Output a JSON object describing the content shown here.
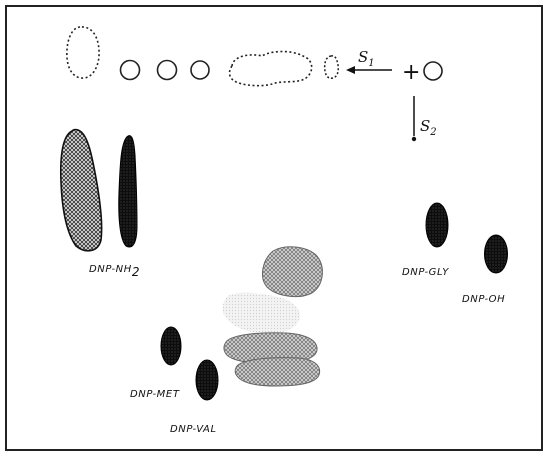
{
  "figure": {
    "arrow_s1": {
      "symbol": "S",
      "subscript": "1"
    },
    "arrow_s2": {
      "symbol": "S",
      "subscript": "2"
    },
    "origin_sign": "+",
    "spots": [
      {
        "id": "dnp-nh2",
        "label": "DNP-NH",
        "label_subscript": "2"
      },
      {
        "id": "dnp-gly",
        "label": "DNP-GLY"
      },
      {
        "id": "dnp-oh",
        "label": "DNP-OH"
      },
      {
        "id": "dnp-met",
        "label": "DNP-MET"
      },
      {
        "id": "dnp-val",
        "label": "DNP-VAL"
      }
    ]
  }
}
